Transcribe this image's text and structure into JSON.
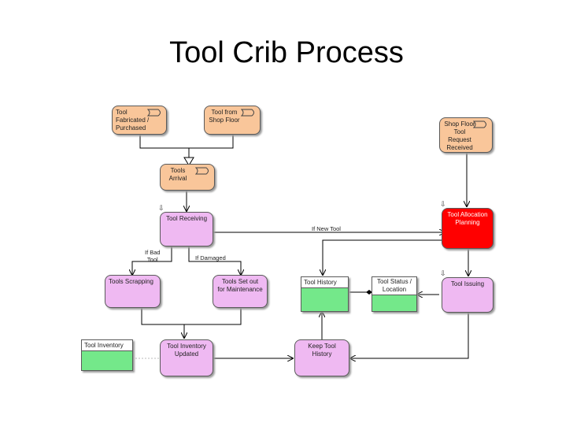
{
  "title": "Tool Crib Process",
  "nodes": {
    "tool_fabricated": "Tool\nFabricated /\nPurchased",
    "tool_from_shop_floor": "Tool from\nShop Floor",
    "shop_floor_request": "Shop Floor\nTool\nRequest\nReceived",
    "tools_arrival": "Tools\nArrival",
    "tool_receiving": "Tool Receiving",
    "tool_allocation": "Tool Allocation\nPlanning",
    "tools_scrapping": "Tools Scrapping",
    "tools_set_out": "Tools Set out\nfor Maintenance",
    "tool_history": "Tool History",
    "tool_status": "Tool Status /\nLocation",
    "tool_issuing": "Tool Issuing",
    "tool_inventory_data": "Tool Inventory",
    "tool_inventory_updated": "Tool Inventory\nUpdated",
    "keep_tool_history": "Keep Tool History"
  },
  "edges": {
    "if_new_tool": "If New Tool",
    "if_bad_tool": "If Bad\nTool",
    "if_damaged": "If Damaged"
  },
  "colors": {
    "event": "#f9c69a",
    "process": "#efb9f2",
    "highlight": "#ff0000",
    "data_object": "#74e88a"
  },
  "icons": {
    "event": "event-icon",
    "process": "process-icon"
  }
}
